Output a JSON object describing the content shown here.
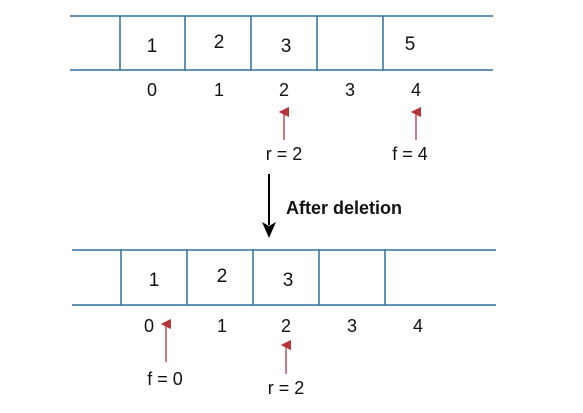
{
  "colors": {
    "line": "#2e6f9e",
    "pointer": "#b5343a",
    "arrow": "#000000",
    "text": "#111111"
  },
  "before": {
    "cells": [
      "",
      "1",
      "2",
      "3",
      "",
      "5"
    ],
    "indices": [
      "0",
      "1",
      "2",
      "3",
      "4"
    ],
    "pointers": [
      {
        "label": "r = 2",
        "index": 2
      },
      {
        "label": "f = 4",
        "index": 4
      }
    ]
  },
  "transition": {
    "label": "After deletion"
  },
  "after": {
    "cells": [
      "",
      "1",
      "2",
      "3",
      "",
      ""
    ],
    "indices": [
      "0",
      "1",
      "2",
      "3",
      "4"
    ],
    "pointers": [
      {
        "label": "f = 0",
        "index": 0
      },
      {
        "label": "r = 2",
        "index": 2
      }
    ]
  }
}
